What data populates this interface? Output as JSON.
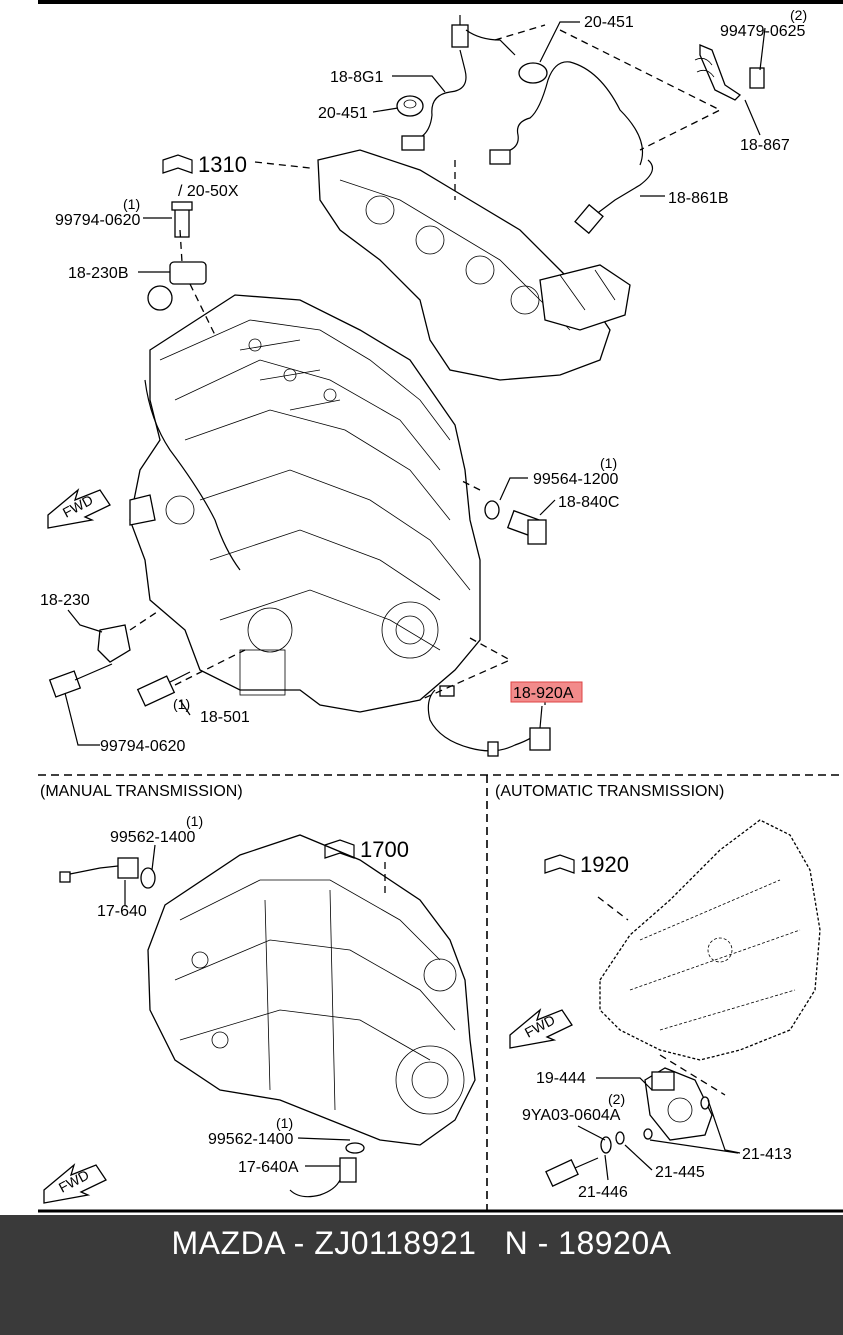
{
  "labels": {
    "p_20_451_top": "20-451",
    "p_99479_qty": "(2)",
    "p_99479": "99479-0625",
    "p_18_8g1": "18-8G1",
    "p_20_451_mid": "20-451",
    "p_18_867": "18-867",
    "p_1310": "1310",
    "p_20_50x": "/ 20-50X",
    "p_99794_top_qty": "(1)",
    "p_99794_top": "99794-0620",
    "p_18_861b": "18-861B",
    "p_18_230b": "18-230B",
    "p_99564_qty": "(1)",
    "p_99564": "99564-1200",
    "p_18_840c": "18-840C",
    "p_18_230": "18-230",
    "p_18_920a": "18-920A",
    "p_18_501_qty": "(1)",
    "p_18_501": "18-501",
    "p_99794_bot": "99794-0620",
    "p_1700": "1700",
    "p_1920": "1920",
    "p_99562_a_qty": "(1)",
    "p_99562_a": "99562-1400",
    "p_17_640": "17-640",
    "p_19_444": "19-444",
    "p_9ya03_qty": "(2)",
    "p_9ya03": "9YA03-0604A",
    "p_21_413": "21-413",
    "p_99562_b_qty": "(1)",
    "p_99562_b": "99562-1400",
    "p_17_640a": "17-640A",
    "p_21_445": "21-445",
    "p_21_446": "21-446",
    "fwd": "FWD"
  },
  "sections": {
    "manual": "(MANUAL TRANSMISSION)",
    "automatic": "(AUTOMATIC TRANSMISSION)"
  },
  "highlight": {
    "part": "18-920A",
    "color": "#f28b8b"
  },
  "footer": {
    "text": "MAZDA - ZJ0118921   N - 18920A",
    "background": "#3a3a3a"
  }
}
